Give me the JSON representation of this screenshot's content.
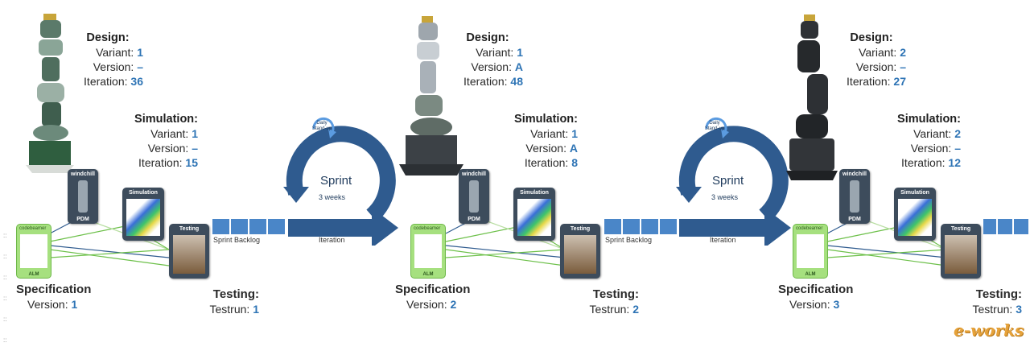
{
  "stages": [
    {
      "design": {
        "heading": "Design:",
        "variant_label": "Variant:",
        "variant": "1",
        "version_label": "Version:",
        "version": "–",
        "iteration_label": "Iteration:",
        "iteration": "36"
      },
      "simulation": {
        "heading": "Simulation:",
        "variant_label": "Variant:",
        "variant": "1",
        "version_label": "Version:",
        "version": "–",
        "iteration_label": "Iteration:",
        "iteration": "15"
      },
      "specification": {
        "heading": "Specification",
        "version_label": "Version:",
        "version": "1"
      },
      "testing": {
        "heading": "Testing:",
        "testrun_label": "Testrun:",
        "testrun": "1"
      }
    },
    {
      "design": {
        "heading": "Design:",
        "variant_label": "Variant:",
        "variant": "1",
        "version_label": "Version:",
        "version": "A",
        "iteration_label": "Iteration:",
        "iteration": "48"
      },
      "simulation": {
        "heading": "Simulation:",
        "variant_label": "Variant:",
        "variant": "1",
        "version_label": "Version:",
        "version": "A",
        "iteration_label": "Iteration:",
        "iteration": "8"
      },
      "specification": {
        "heading": "Specification",
        "version_label": "Version:",
        "version": "2"
      },
      "testing": {
        "heading": "Testing:",
        "testrun_label": "Testrun:",
        "testrun": "2"
      }
    },
    {
      "design": {
        "heading": "Design:",
        "variant_label": "Variant:",
        "variant": "2",
        "version_label": "Version:",
        "version": "–",
        "iteration_label": "Iteration:",
        "iteration": "27"
      },
      "simulation": {
        "heading": "Simulation:",
        "variant_label": "Variant:",
        "variant": "2",
        "version_label": "Version:",
        "version": "–",
        "iteration_label": "Iteration:",
        "iteration": "12"
      },
      "specification": {
        "heading": "Specification",
        "version_label": "Version:",
        "version": "3"
      },
      "testing": {
        "heading": "Testing:",
        "testrun_label": "Testrun:",
        "testrun": "3"
      }
    }
  ],
  "tools": {
    "pdm_label": "PDM",
    "windchill_label": "windchill",
    "simulation_label": "Simulation",
    "testing_label": "Testing",
    "alm_label": "ALM",
    "codebeamer_label": "codebeamer"
  },
  "sprints": [
    {
      "word": "Sprint",
      "duration": "3 weeks",
      "daily": "Daily\nStand-up",
      "backlog": "Sprint Backlog",
      "iteration": "Iteration"
    },
    {
      "word": "Sprint",
      "duration": "3 weeks",
      "daily": "Daily\nStand-up",
      "backlog": "Sprint Backlog",
      "iteration": "Iteration"
    }
  ],
  "watermark": "e-works",
  "colors": {
    "arrow": "#2f5b8f",
    "backlog": "#4a86c8",
    "value": "#2e74b5",
    "alm": "#a6e07f",
    "tool": "#3d4c5c"
  }
}
